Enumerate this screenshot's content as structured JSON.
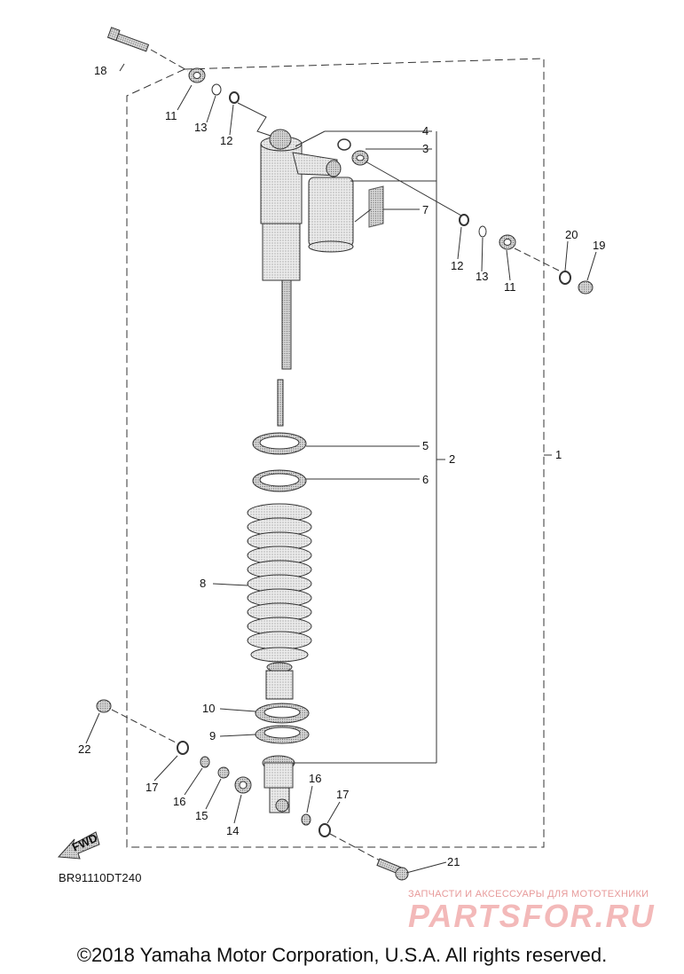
{
  "diagram_code": "BR91110DT240",
  "copyright": "©2018 Yamaha Motor Corporation, U.S.A. All rights reserved.",
  "watermark": {
    "tagline": "ЗАПЧАСТИ И АКСЕССУАРЫ ДЛЯ МОТОТЕХНИКИ",
    "brand": "PARTSFOR.RU"
  },
  "fwd_label": "FWD",
  "callouts": [
    "18",
    "11",
    "13",
    "12",
    "4",
    "3",
    "7",
    "12",
    "13",
    "11",
    "20",
    "19",
    "5",
    "2",
    "1",
    "6",
    "8",
    "10",
    "9",
    "22",
    "17",
    "16",
    "15",
    "14",
    "16",
    "17",
    "21"
  ]
}
